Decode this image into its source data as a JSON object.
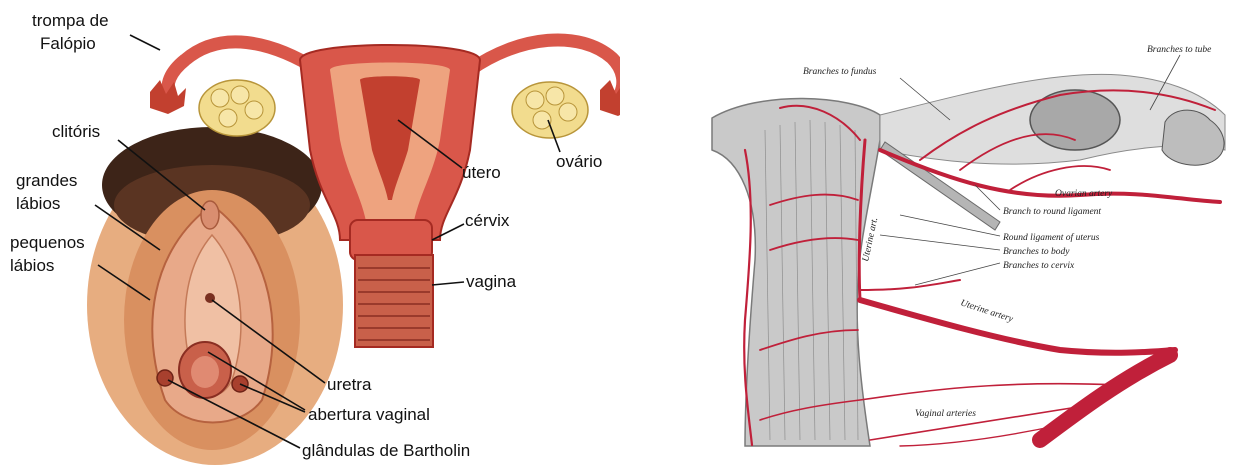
{
  "colors": {
    "background": "#ffffff",
    "tissue": "#d9574a",
    "tissue_light": "#eea37f",
    "tissue_dark": "#a52a22",
    "ovary": "#f2dc8e",
    "skin": "#e3a173",
    "hair": "#3d2418",
    "artery": "#c0203a",
    "gray_tissue": "#9a9a9a",
    "label": "#111111"
  },
  "left_figure": {
    "labels": {
      "trompa": "trompa de",
      "falopio": "Falópio",
      "clitoris": "clitóris",
      "grandes": "grandes",
      "grandes_labios": "lábios",
      "pequenos": "pequenos",
      "pequenos_labios": "lábios",
      "utero": "útero",
      "ovario": "ovário",
      "cervix": "cérvix",
      "vagina": "vagina",
      "uretra": "uretra",
      "abertura": "abertura vaginal",
      "bartholin": "glândulas de Bartholin"
    }
  },
  "right_figure": {
    "labels": {
      "branches_fundus": "Branches to fundus",
      "branches_tube": "Branches to tube",
      "ovarian_artery": "Ovarian artery",
      "branch_round": "Branch to round ligament",
      "round_ligament": "Round ligament of uterus",
      "uterine_art_vertical": "Uterine art.",
      "branches_body": "Branches to body",
      "branches_cervix": "Branches to cervix",
      "uterine_artery": "Uterine artery",
      "vaginal_arteries": "Vaginal arteries"
    }
  }
}
